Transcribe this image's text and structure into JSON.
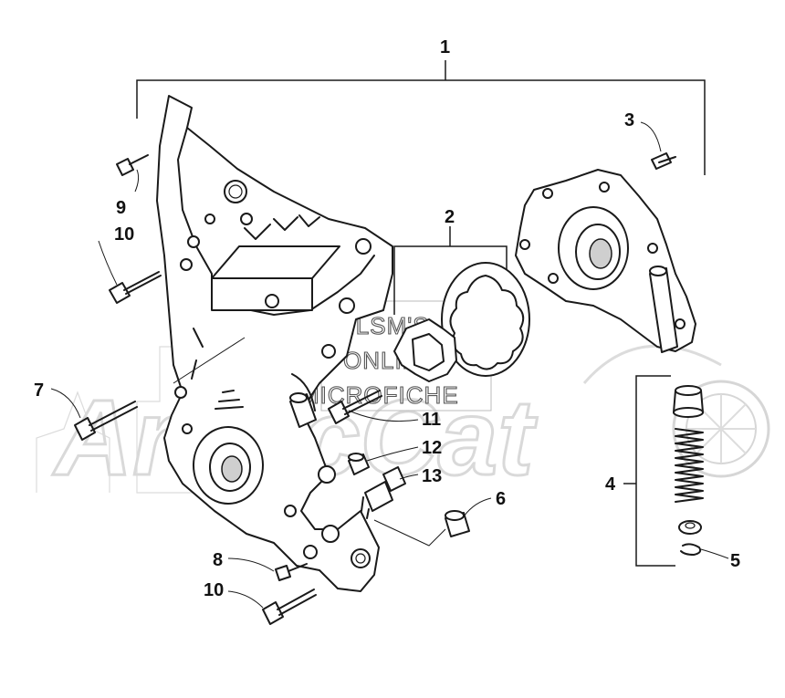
{
  "watermark": {
    "brand_text": "ArcticCat",
    "line1": "HLSM'S",
    "line2": "ONLINE",
    "line3": "MICROFICHE"
  },
  "callouts": {
    "c1": "1",
    "c2": "2",
    "c3": "3",
    "c4": "4",
    "c5": "5",
    "c6": "6",
    "c7": "7",
    "c8": "8",
    "c9": "9",
    "c10a": "10",
    "c10b": "10",
    "c11": "11",
    "c12": "12",
    "c13": "13"
  }
}
